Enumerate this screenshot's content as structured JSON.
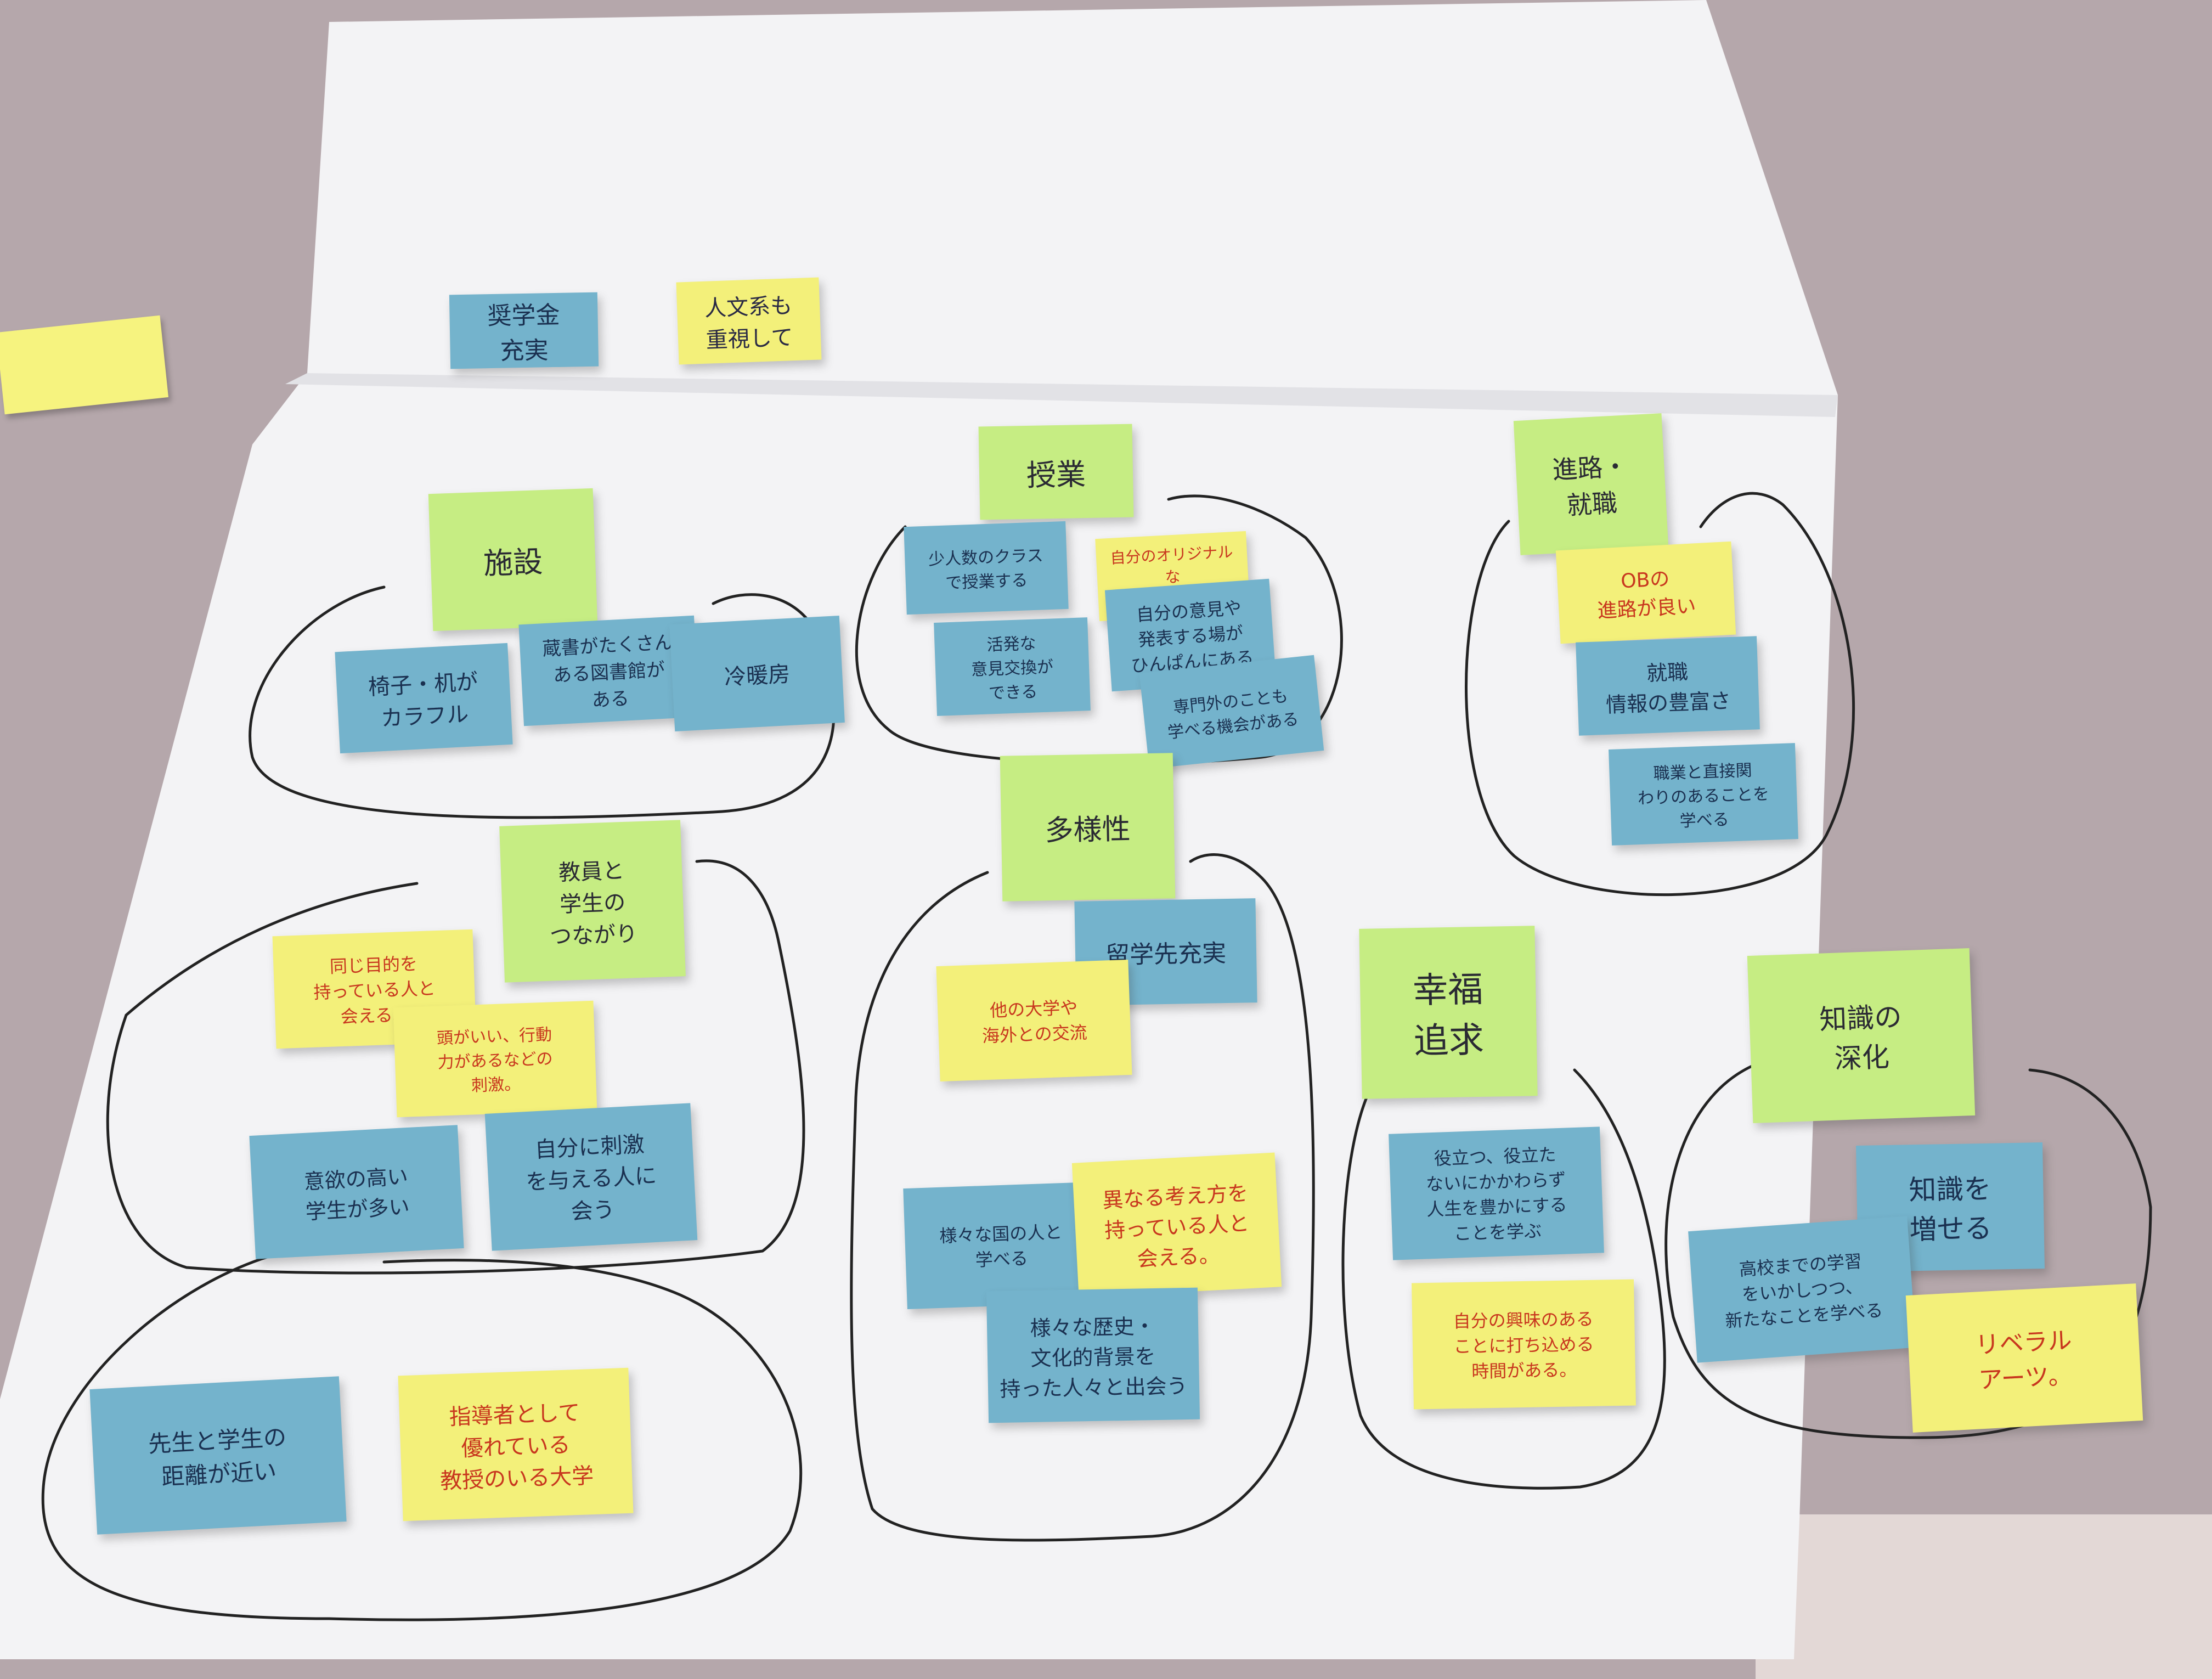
{
  "board": {
    "paper_color": "#f3f3f5",
    "background_color": "#b5a7ab",
    "note_colors": {
      "blue": "#74b3cc",
      "yellow": "#f3f07a",
      "green": "#c6ed83"
    },
    "top_notes": {
      "scholarship": "奨学金\n充実",
      "humanities": "人文系も\n重視して"
    },
    "groups": {
      "facilities": {
        "title": "施設",
        "notes": [
          "椅子・机が\nカラフル",
          "蔵書がたくさん\nある図書館が\nある",
          "冷暖房"
        ]
      },
      "classes": {
        "title": "授業",
        "notes": [
          "少人数のクラス\nで授業する",
          "自分のオリジナルな\n考えを出せる",
          "自分の意見や\n発表する場が\nひんぱんにある",
          "活発な\n意見交換が\nできる",
          "専門外のことも\n学べる機会がある"
        ]
      },
      "career": {
        "title": "進路・\n就職",
        "notes": [
          "OBの\n進路が良い",
          "就職\n情報の豊富さ",
          "職業と直接関\nわりのあることを\n学べる"
        ]
      },
      "teachers_students": {
        "title": "教員と\n学生の\nつながり",
        "notes": [
          "同じ目的を\n持っている人と\n会える。",
          "頭がいい、行動\n力があるなどの\n刺激。",
          "意欲の高い\n学生が多い",
          "自分に刺激\nを与える人に\n会う"
        ]
      },
      "teacher_distance": {
        "notes": [
          "先生と学生の\n距離が近い",
          "指導者として\n優れている\n教授のいる大学"
        ]
      },
      "diversity": {
        "title": "多様性",
        "notes": [
          "留学先充実",
          "他の大学や\n海外との交流",
          "様々な国の人と\n学べる",
          "異なる考え方を\n持っている人と\n会える。",
          "様々な歴史・\n文化的背景を\n持った人々と出会う"
        ]
      },
      "happiness": {
        "title": "幸福\n追求",
        "notes": [
          "役立つ、役立た\nないにかかわらず\n人生を豊かにする\nことを学ぶ",
          "自分の興味のある\nことに打ち込める\n時間がある。"
        ]
      },
      "knowledge": {
        "title": "知識の\n深化",
        "notes": [
          "知識を\n増せる",
          "高校までの学習\nをいかしつつ、\n新たなことを学べる",
          "リベラル\nアーツ。"
        ]
      }
    }
  }
}
